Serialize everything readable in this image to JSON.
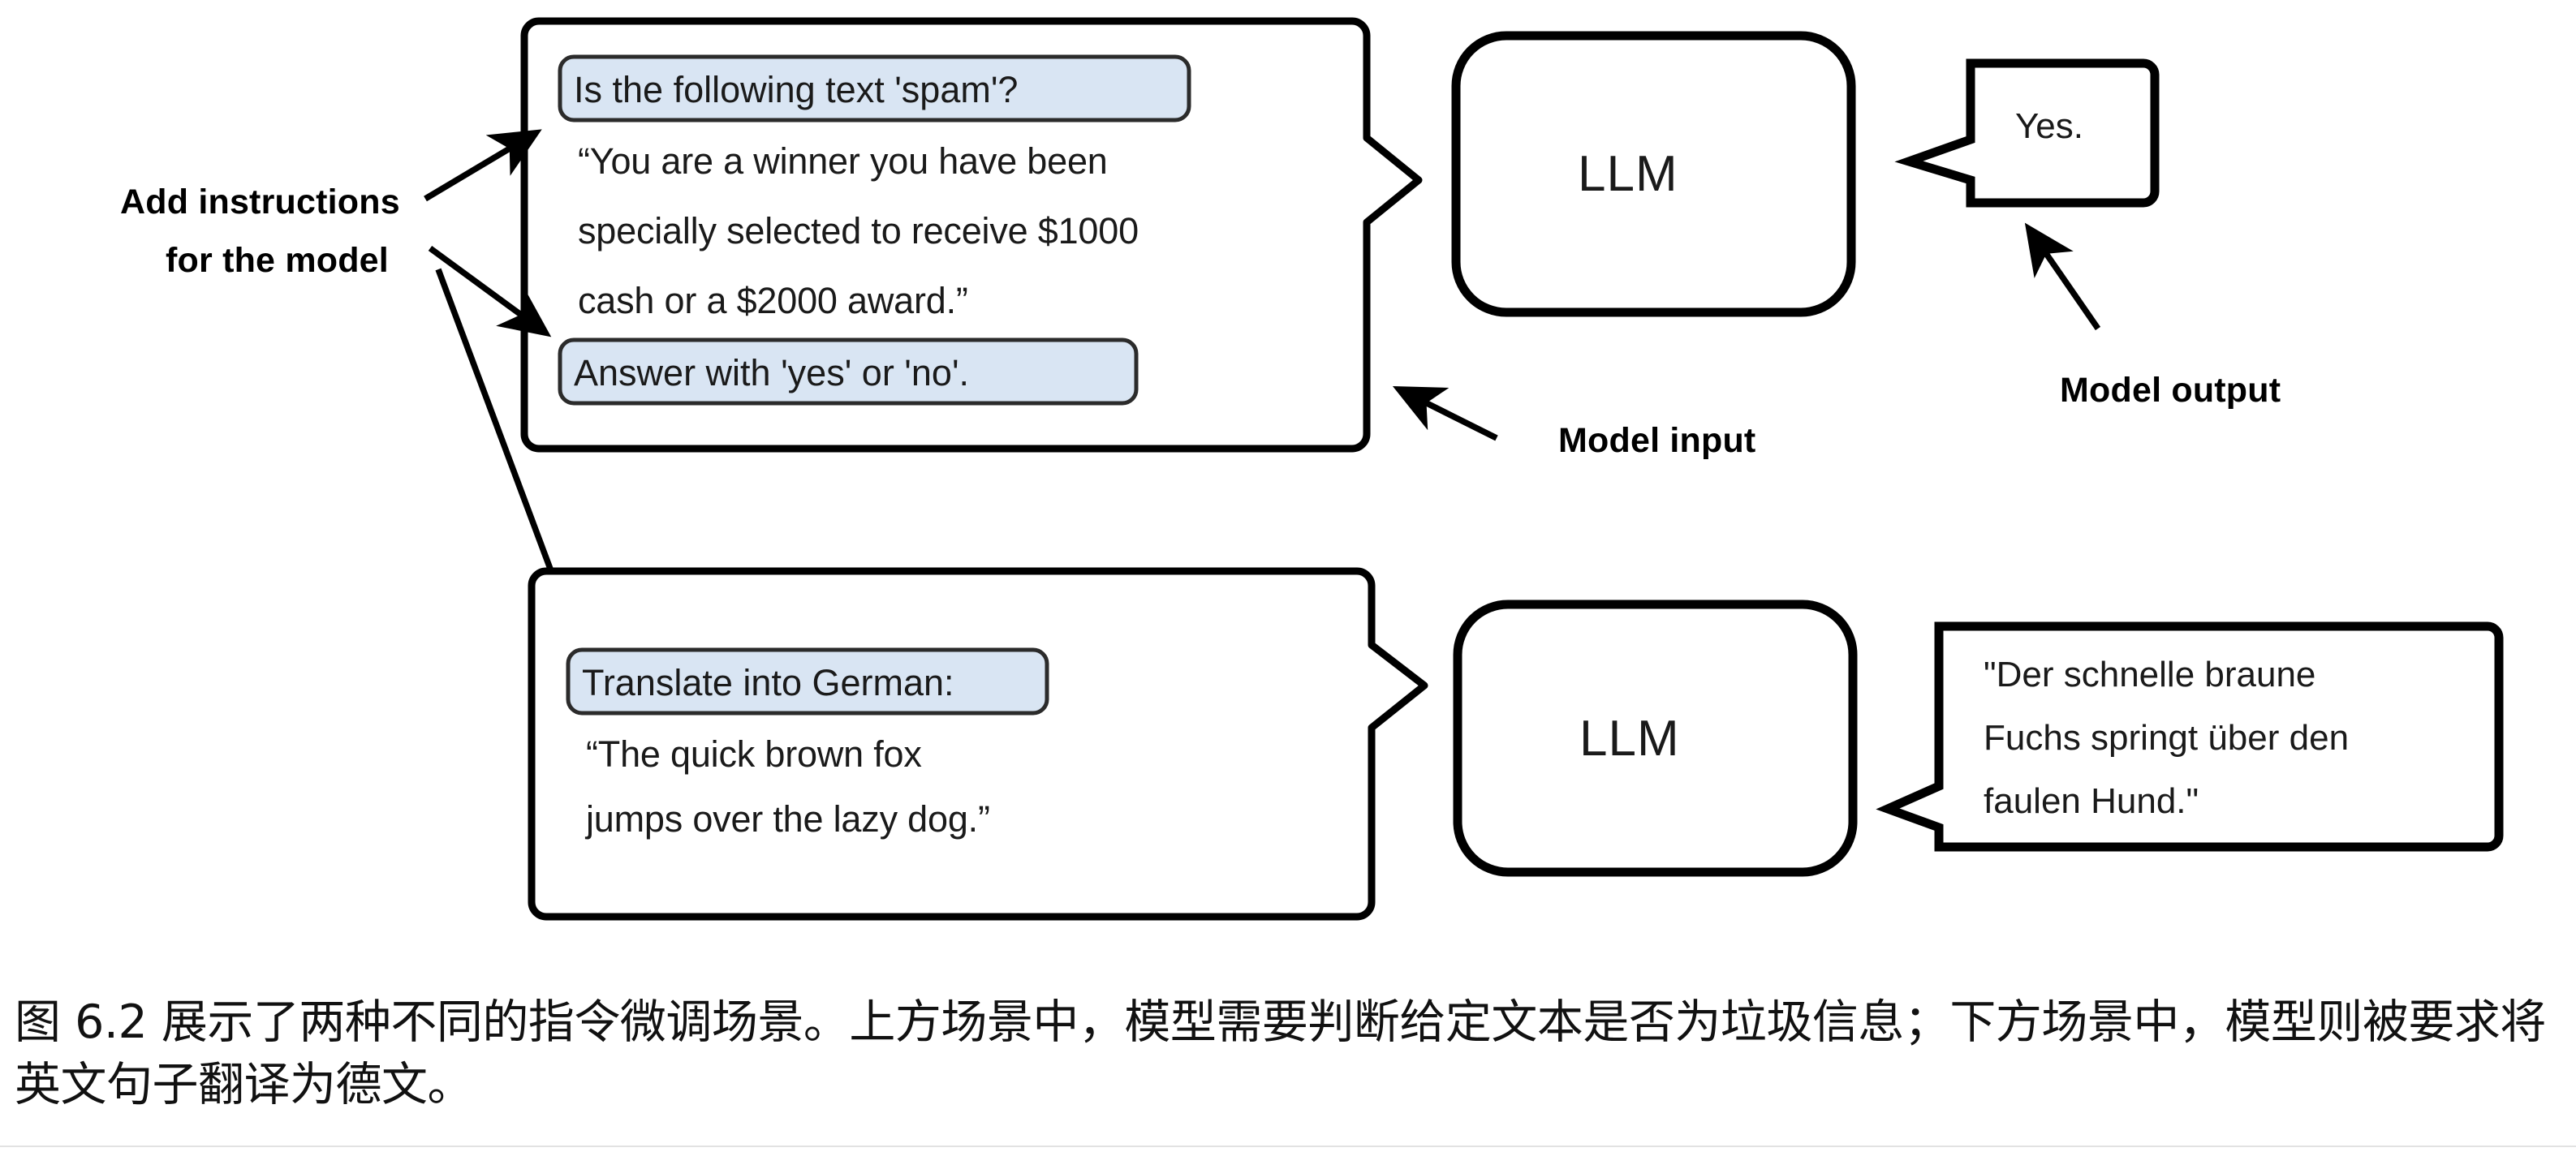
{
  "figure": {
    "label_add_instructions_line1": "Add instructions",
    "label_add_instructions_line2": "for the model",
    "label_model_input": "Model input",
    "label_model_output": "Model output"
  },
  "colors": {
    "highlight_fill": "#d9e5f3",
    "highlight_stroke": "#2b2b2b",
    "outline": "#000000",
    "text": "#1a1a1a",
    "background": "#ffffff"
  },
  "panels": [
    {
      "id": "spam-classification",
      "input": {
        "instruction_pill_top": "Is the following text 'spam'?",
        "body_lines": [
          "“You are a winner you have been",
          "specially selected to receive $1000",
          "cash or a $2000 award.”"
        ],
        "instruction_pill_bottom": "Answer with 'yes' or 'no'."
      },
      "model": {
        "label": "LLM"
      },
      "output": {
        "lines": [
          "Yes."
        ]
      }
    },
    {
      "id": "german-translation",
      "input": {
        "instruction_pill_top": "Translate into German:",
        "body_lines": [
          "“The quick brown fox",
          "jumps over the lazy dog.”"
        ],
        "instruction_pill_bottom": null
      },
      "model": {
        "label": "LLM"
      },
      "output": {
        "lines": [
          "\"Der schnelle braune",
          "Fuchs springt über den",
          "faulen Hund.\""
        ]
      }
    }
  ],
  "caption": {
    "text": "图 6.2 展示了两种不同的指令微调场景。上方场景中，模型需要判断给定文本是否为垃圾信息；下方场景中，模型则被要求将英文句子翻译为德文。"
  }
}
